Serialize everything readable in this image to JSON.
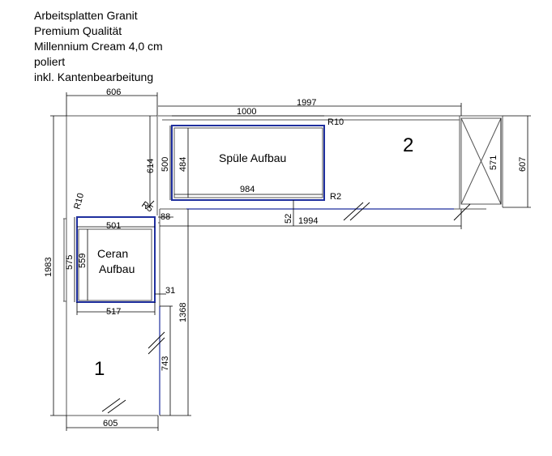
{
  "header": {
    "lines": [
      "Arbeitsplatten Granit",
      "Premium Qualität",
      "Millennium Cream 4,0 cm",
      "poliert",
      "inkl. Kantenbearbeitung"
    ]
  },
  "labels": {
    "part_1": "1",
    "part_2": "2",
    "sink_label": "Spüle Aufbau",
    "hob_label_line1": "Ceran",
    "hob_label_line2": "Aufbau"
  },
  "dimensions": {
    "d606": "606",
    "d1997": "1997",
    "d1000": "1000",
    "r10_top": "R10",
    "d614": "614",
    "d500": "500",
    "d484": "484",
    "d984": "984",
    "r2": "R2",
    "d571": "571",
    "d607": "607",
    "r10_left": "R10",
    "r5": "R5",
    "d88": "88",
    "d52": "52",
    "d1994": "1994",
    "d501": "501",
    "d1983": "1983",
    "d575": "575",
    "d559": "559",
    "d31": "31",
    "d517": "517",
    "d1368": "1368",
    "d743": "743",
    "d605": "605"
  },
  "colors": {
    "outline": "#555555",
    "cutout": "#1f2f9e",
    "dimension": "#000000"
  }
}
